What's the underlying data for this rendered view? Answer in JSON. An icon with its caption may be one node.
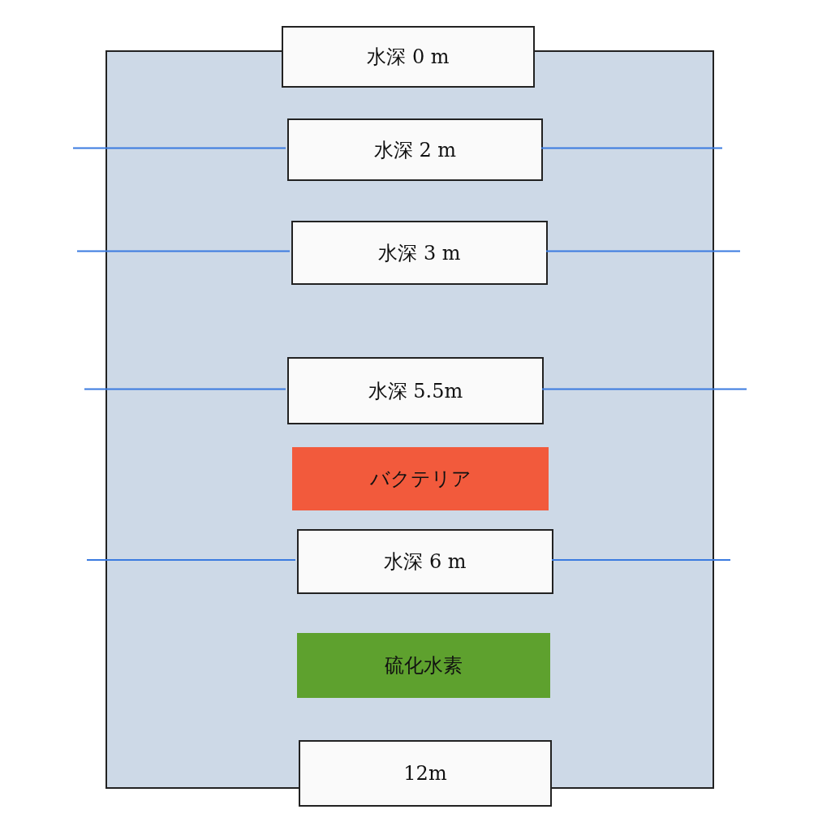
{
  "diagram": {
    "nodes": [
      {
        "text": [],
        "shape": "box"
      },
      {
        "text": [
          "水深 0 m"
        ]
      },
      {
        "text": [
          "水深 2 m"
        ],
        "in": 0
      },
      {
        "text": [
          "水深 3 m"
        ],
        "in": 0
      },
      {
        "text": [
          "水深 5.5m"
        ],
        "in": 0
      },
      {
        "text": [
          "バクテリア"
        ],
        "in": 0
      },
      {
        "text": [
          "水深 6 m"
        ],
        "in": 0
      },
      {
        "text": [
          "硫化水素"
        ],
        "in": 0
      },
      {
        "text": [
          "12m"
        ]
      }
    ],
    "edges": []
  }
}
